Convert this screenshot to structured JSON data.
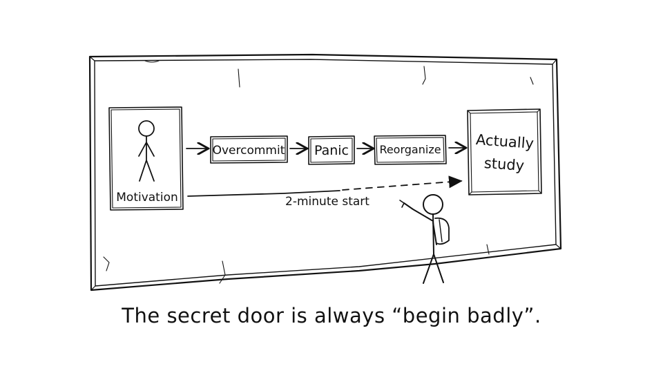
{
  "diagram": {
    "start_label": "Motivation",
    "steps": [
      "Overcommit",
      "Panic",
      "Reorganize"
    ],
    "goal_label_line1": "Actually",
    "goal_label_line2": "study",
    "shortcut_label": "2-minute start"
  },
  "caption": "The secret door is always “begin badly”."
}
